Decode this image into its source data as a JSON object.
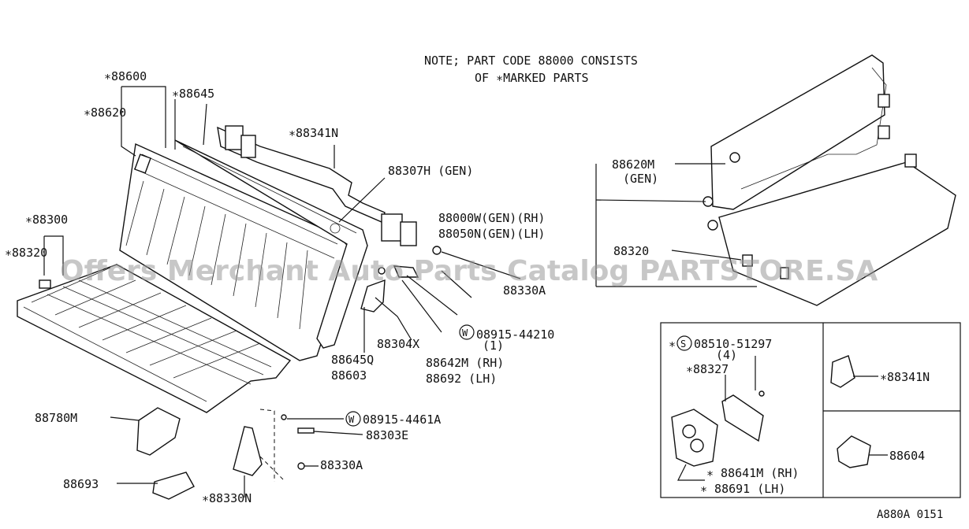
{
  "note": {
    "line1": "NOTE; PART CODE 88000 CONSISTS",
    "line2": "OF ∗MARKED PARTS"
  },
  "watermark": "Offers Merchant Auto Parts Catalog PARTSTORE.SA",
  "drawing_code": "A880A 0151",
  "labels": {
    "p88600": "∗88600",
    "p88620": "∗88620",
    "p88645": "∗88645",
    "p88341N": "∗88341N",
    "p88307H": "88307H (GEN)",
    "p88300": "∗88300",
    "p88320star": "∗88320",
    "p88620M": "88620M",
    "p88620M_sub": "(GEN)",
    "p88000W": "88000W(GEN)(RH)",
    "p88050N": "88050N(GEN)(LH)",
    "p88320": "88320",
    "p88330A_top": "88330A",
    "p88304X": "88304X",
    "p08915_44210": "08915-44210",
    "p08915_44210_qty": "(1)",
    "p88645Q": "88645Q",
    "p88603": "88603",
    "p88642M": "88642M (RH)",
    "p88692": "88692  (LH)",
    "p88780M": "88780M",
    "p08915_4461A": "08915-4461A",
    "p88303E": "88303E",
    "p88330A_bot": "88330A",
    "p88693": "88693",
    "p88330N": "∗88330N",
    "p08510": "08510-51297",
    "p08510_qty": "(4)",
    "p88327": "∗88327",
    "p88641M": "∗ 88641M (RH)",
    "p88691": "∗ 88691  (LH)",
    "p88341N_inset": "∗88341N",
    "p88604": "88604"
  },
  "symbols": {
    "washer": "W",
    "screw": "S",
    "star": "∗"
  }
}
